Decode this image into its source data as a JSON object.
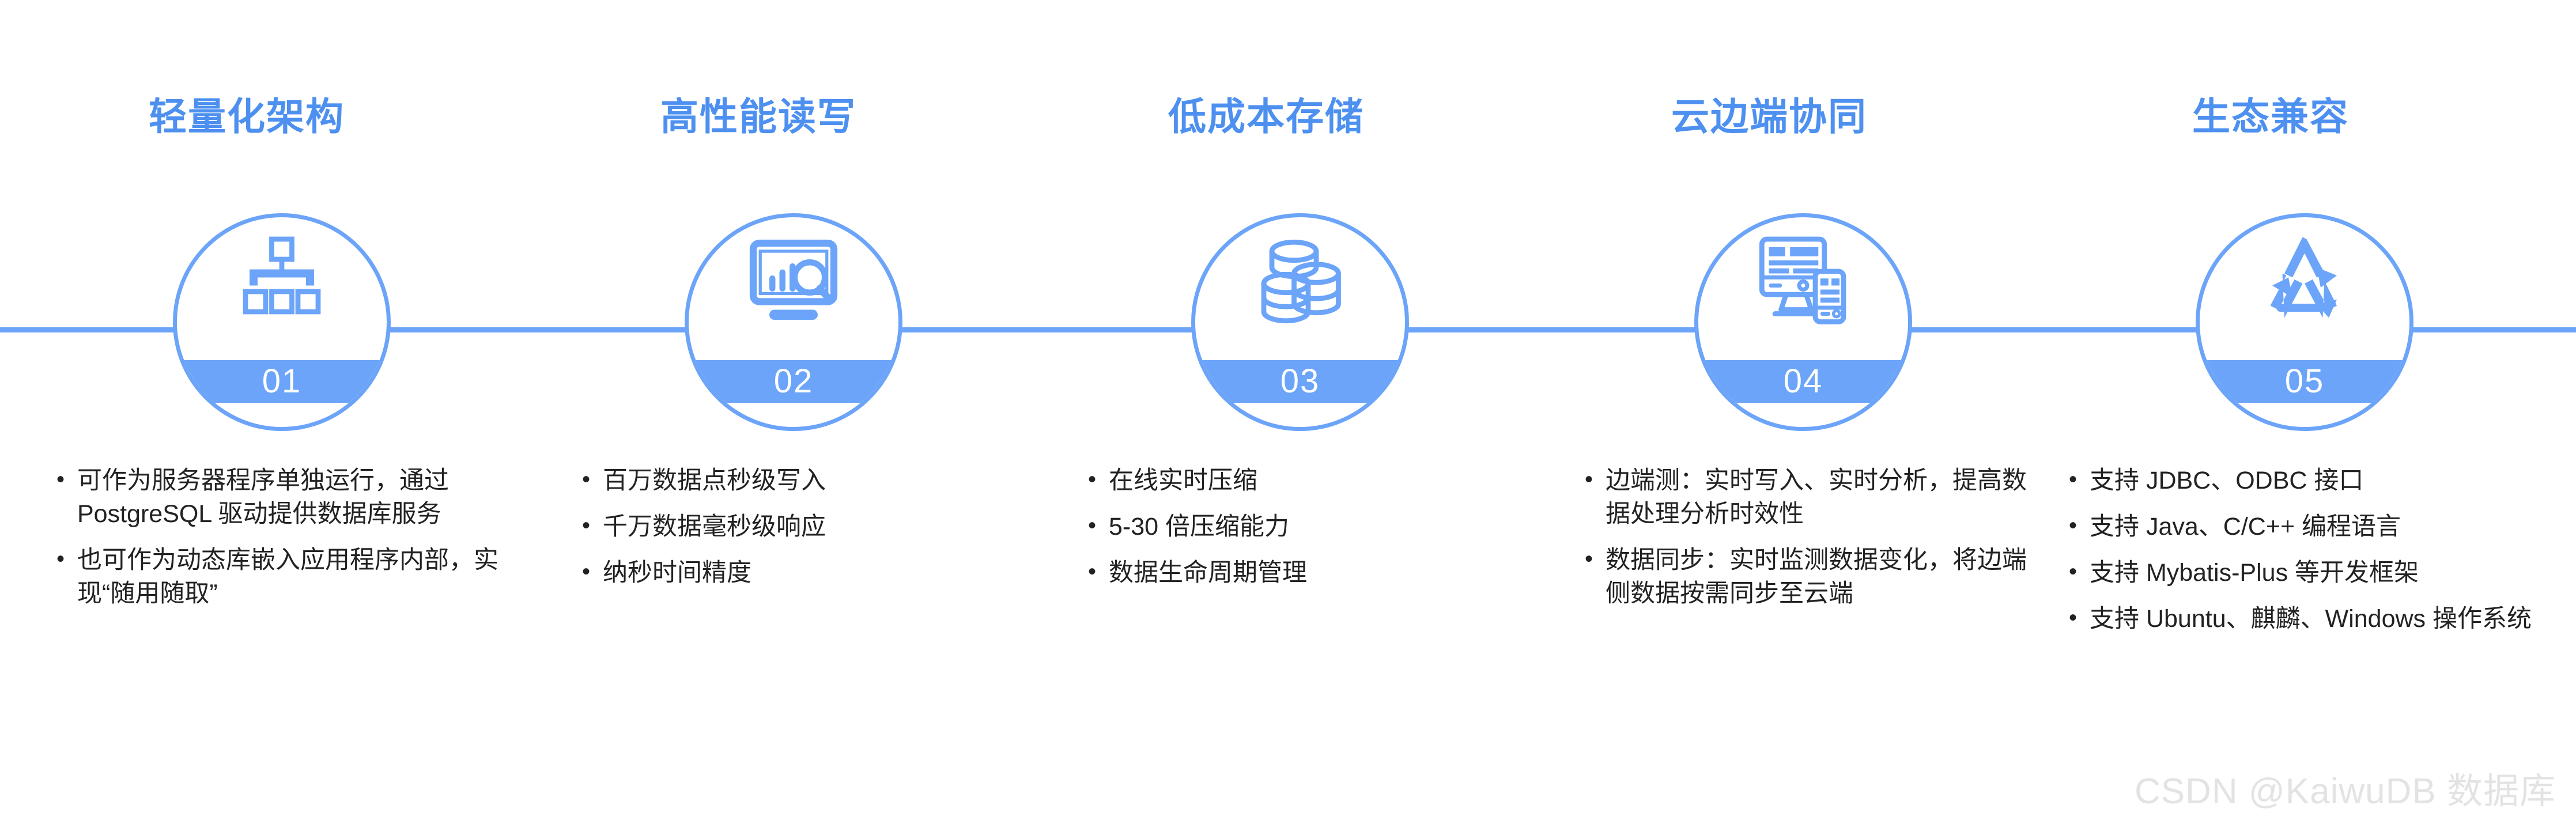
{
  "meta": {
    "accent_blue": "#6BA4F8",
    "title_blue": "#4D90F0",
    "text_color": "#222222",
    "background": "#ffffff",
    "watermark_color": "#E3E3E3"
  },
  "watermark": "CSDN @KaiwuDB 数据库",
  "columns": [
    {
      "title": "轻量化架构",
      "number": "01",
      "icon": "hierarchy-icon",
      "bullets": [
        "可作为服务器程序单独运行，通过 PostgreSQL 驱动提供数据库服务",
        "也可作为动态库嵌入应用程序内部，实现“随用随取”"
      ]
    },
    {
      "title": "高性能读写",
      "number": "02",
      "icon": "monitor-analytics-icon",
      "bullets": [
        "百万数据点秒级写入",
        "千万数据毫秒级响应",
        "纳秒时间精度"
      ]
    },
    {
      "title": "低成本存储",
      "number": "03",
      "icon": "database-stack-icon",
      "bullets": [
        "在线实时压缩",
        "5-30 倍压缩能力",
        "数据生命周期管理"
      ]
    },
    {
      "title": "云边端协同",
      "number": "04",
      "icon": "desktop-mobile-icon",
      "bullets": [
        "边端测：实时写入、实时分析，提高数据处理分析时效性",
        "数据同步：实时监测数据变化，将边端侧数据按需同步至云端"
      ]
    },
    {
      "title": "生态兼容",
      "number": "05",
      "icon": "recycle-icon",
      "bullets": [
        "支持 JDBC、ODBC 接口",
        "支持 Java、C/C++ 编程语言",
        "支持 Mybatis-Plus 等开发框架",
        "支持 Ubuntu、麒麟、Windows 操作系统"
      ]
    }
  ],
  "bullet_marker": "•"
}
